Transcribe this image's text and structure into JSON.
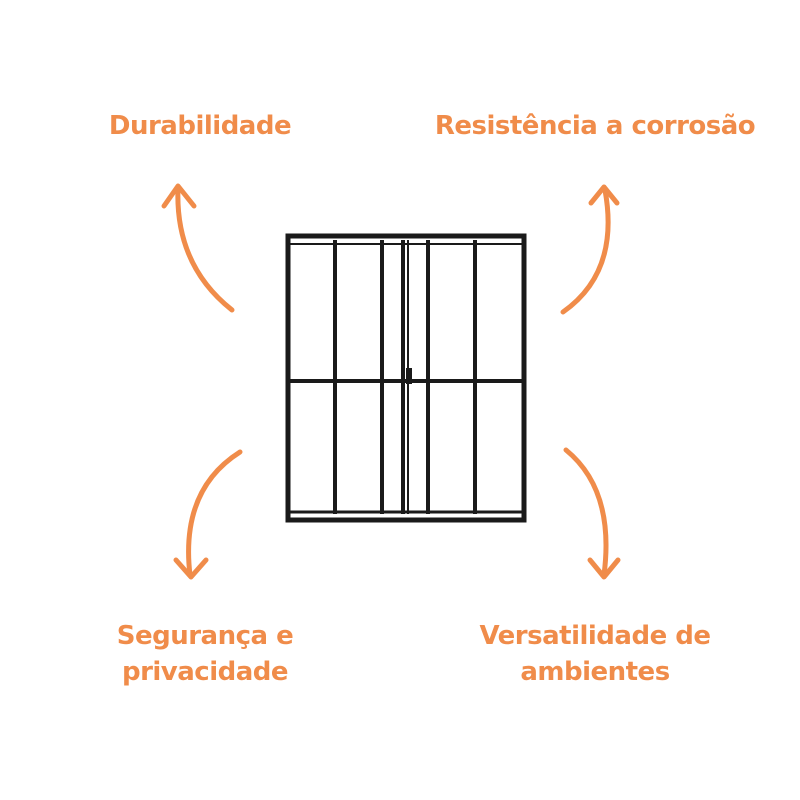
{
  "labels": {
    "top_left": "Durabilidade",
    "top_right": "Resistência a corrosão",
    "bottom_left": "Segurança e privacidade",
    "bottom_right_line1": "Versatilidade de",
    "bottom_right_line2": "ambientes"
  },
  "colors": {
    "accent": "#f08c4a",
    "frame": "#1a1a1a",
    "background": "#ffffff"
  },
  "icons": [
    "window-icon",
    "arrow-up-left-icon",
    "arrow-up-right-icon",
    "arrow-down-left-icon",
    "arrow-down-right-icon"
  ]
}
